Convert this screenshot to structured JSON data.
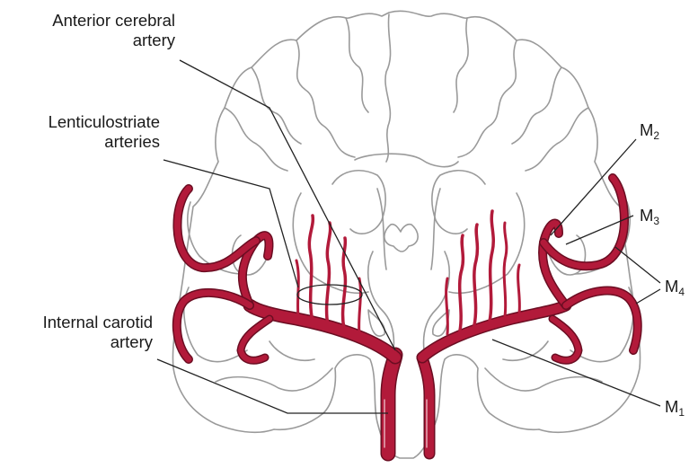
{
  "labels": {
    "aca_line1": "Anterior cerebral",
    "aca_line2": "artery",
    "lenticulo_line1": "Lenticulostriate",
    "lenticulo_line2": "arteries",
    "ica_line1": "Internal carotid",
    "ica_line2": "artery",
    "m2": {
      "main": "M",
      "sub": "2"
    },
    "m3": {
      "main": "M",
      "sub": "3"
    },
    "m4": {
      "main": "M",
      "sub": "4"
    },
    "m1": {
      "main": "M",
      "sub": "1"
    }
  },
  "colors": {
    "artery": "#b21a3a",
    "outline": "#9a9a9a",
    "leader": "#222222"
  }
}
